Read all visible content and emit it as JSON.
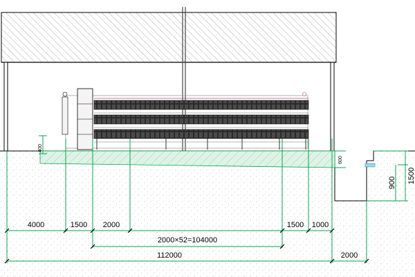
{
  "drawing": {
    "line_color": "#000000",
    "dimension_color": "#00a651",
    "cage_fill": "#2b2b2b",
    "frame_color": "#9e9e9e",
    "soil_color": "#cfd8cf"
  },
  "dimensions": {
    "d4000": "4000",
    "d1500_left": "1500",
    "d2000_left": "2000",
    "span_label": "2000×52=104000",
    "d1500_right": "1500",
    "d1000": "1000",
    "total": "112000",
    "d2000_right": "2000",
    "d400": "400",
    "d600": "600",
    "d900": "900",
    "d1500_pit": "1500"
  }
}
